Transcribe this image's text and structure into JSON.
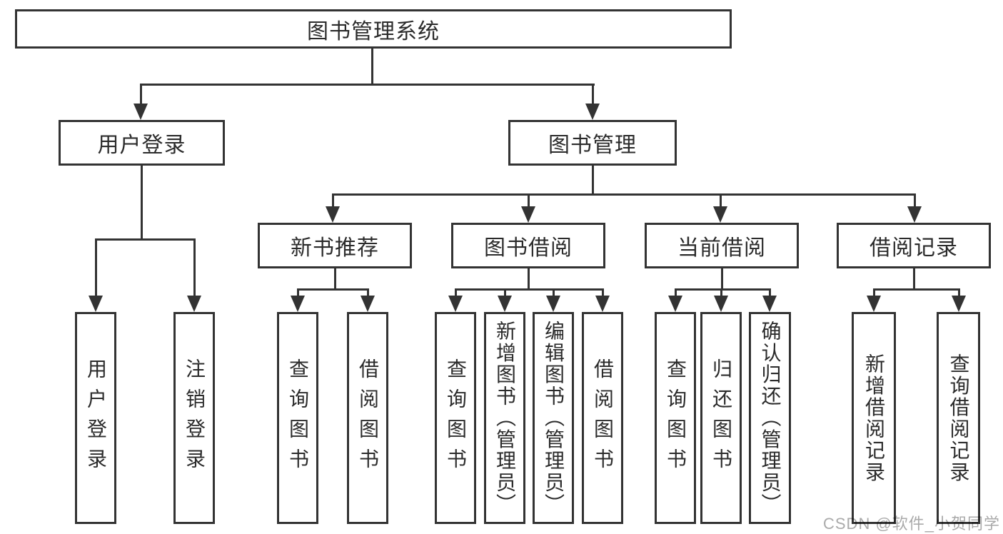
{
  "diagram": {
    "title": "图书管理系统",
    "level2": {
      "user_login": "用户登录",
      "book_management": "图书管理"
    },
    "level3": {
      "new_book_recommend": "新书推荐",
      "book_borrow": "图书借阅",
      "current_borrow": "当前借阅",
      "borrow_records": "借阅记录"
    },
    "leaves": {
      "user_login": "用户登录",
      "logout": "注销登录",
      "nb_query_book": "查询图书",
      "nb_borrow_book": "借阅图书",
      "bb_query_book": "查询图书",
      "bb_add_book": "新增图书（管理员）",
      "bb_edit_book": "编辑图书（管理员）",
      "bb_borrow_book": "借阅图书",
      "cb_query_book": "查询图书",
      "cb_return_book": "归还图书",
      "cb_confirm_return": "确认归还（管理员）",
      "rec_add_record": "新增借阅记录",
      "rec_query_record": "查询借阅记录"
    },
    "structure": {
      "root": [
        "user_login",
        "book_management"
      ],
      "user_login": [
        "user_login",
        "logout"
      ],
      "book_management": [
        "new_book_recommend",
        "book_borrow",
        "current_borrow",
        "borrow_records"
      ],
      "new_book_recommend": [
        "nb_query_book",
        "nb_borrow_book"
      ],
      "book_borrow": [
        "bb_query_book",
        "bb_add_book",
        "bb_edit_book",
        "bb_borrow_book"
      ],
      "current_borrow": [
        "cb_query_book",
        "cb_return_book",
        "cb_confirm_return"
      ],
      "borrow_records": [
        "rec_add_record",
        "rec_query_record"
      ]
    }
  },
  "watermark": "CSDN @软件_小贺同学",
  "colors": {
    "line": "#333333",
    "text": "#2b2b2b",
    "watermark": "#aaaaaa",
    "background": "#ffffff"
  }
}
